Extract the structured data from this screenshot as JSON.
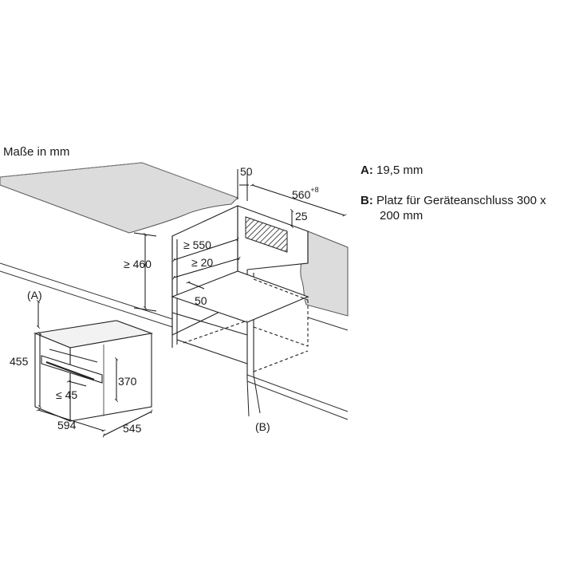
{
  "caption": "Maße in mm",
  "legend": {
    "a_key": "A:",
    "a_text": "19,5 mm",
    "b_key": "B:",
    "b_text_line1": "Platz für Geräteanschluss 300 x",
    "b_text_line2": "200 mm"
  },
  "niche_dims": {
    "top_gap": "50",
    "width_main": "560",
    "width_tolerance": "+8",
    "vent_depth": "25",
    "depth_min": "≥ 550",
    "height_min": "≥ 460",
    "rear_gap_min": "≥ 20",
    "front_offset": "50"
  },
  "appliance_dims": {
    "marker_a": "(A)",
    "marker_b": "(B)",
    "height_total": "455",
    "height_inner": "370",
    "front_gap_max": "≤ 45",
    "width": "594",
    "depth": "545"
  }
}
